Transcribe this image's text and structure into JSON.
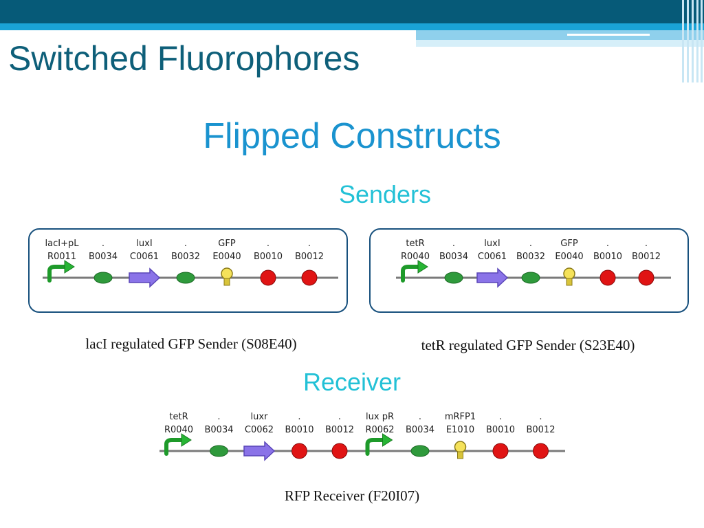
{
  "slide": {
    "title": "Switched Fluorophores",
    "subtitle": "Flipped Constructs",
    "senders_heading": "Senders",
    "receiver_heading": "Receiver"
  },
  "colors": {
    "top_bar": "#065a78",
    "accent_band": "#1aa3d6",
    "title_text": "#0e5f79",
    "subtitle_text": "#1a93cf",
    "section_text": "#23c1d6",
    "box_border": "#17507d"
  },
  "constructs": [
    {
      "caption": "lacI regulated GFP Sender (S08E40)",
      "parts": [
        {
          "name": "lacI+pL",
          "code": "R0011",
          "icon": "promoter-arrow-icon"
        },
        {
          "name": ".",
          "code": "B0034",
          "icon": "rbs-oval-icon"
        },
        {
          "name": "luxI",
          "code": "C0061",
          "icon": "coding-arrow-icon"
        },
        {
          "name": ".",
          "code": "B0032",
          "icon": "rbs-oval-icon"
        },
        {
          "name": "GFP",
          "code": "E0040",
          "icon": "reporter-bulb-icon"
        },
        {
          "name": ".",
          "code": "B0010",
          "icon": "terminator-icon"
        },
        {
          "name": ".",
          "code": "B0012",
          "icon": "terminator-icon"
        }
      ]
    },
    {
      "caption": "tetR regulated GFP Sender (S23E40)",
      "parts": [
        {
          "name": "tetR",
          "code": "R0040",
          "icon": "promoter-arrow-icon"
        },
        {
          "name": ".",
          "code": "B0034",
          "icon": "rbs-oval-icon"
        },
        {
          "name": "luxI",
          "code": "C0061",
          "icon": "coding-arrow-icon"
        },
        {
          "name": ".",
          "code": "B0032",
          "icon": "rbs-oval-icon"
        },
        {
          "name": "GFP",
          "code": "E0040",
          "icon": "reporter-bulb-icon"
        },
        {
          "name": ".",
          "code": "B0010",
          "icon": "terminator-icon"
        },
        {
          "name": ".",
          "code": "B0012",
          "icon": "terminator-icon"
        }
      ]
    },
    {
      "caption": "RFP Receiver (F20I07)",
      "parts": [
        {
          "name": "tetR",
          "code": "R0040",
          "icon": "promoter-arrow-icon"
        },
        {
          "name": ".",
          "code": "B0034",
          "icon": "rbs-oval-icon"
        },
        {
          "name": "luxr",
          "code": "C0062",
          "icon": "coding-arrow-icon"
        },
        {
          "name": ".",
          "code": "B0010",
          "icon": "terminator-icon"
        },
        {
          "name": ".",
          "code": "B0012",
          "icon": "terminator-icon"
        },
        {
          "name": "lux pR",
          "code": "R0062",
          "icon": "promoter-arrow-icon"
        },
        {
          "name": ".",
          "code": "B0034",
          "icon": "rbs-oval-icon"
        },
        {
          "name": "mRFP1",
          "code": "E1010",
          "icon": "reporter-bulb-icon"
        },
        {
          "name": ".",
          "code": "B0010",
          "icon": "terminator-icon"
        },
        {
          "name": ".",
          "code": "B0012",
          "icon": "terminator-icon"
        }
      ]
    }
  ]
}
